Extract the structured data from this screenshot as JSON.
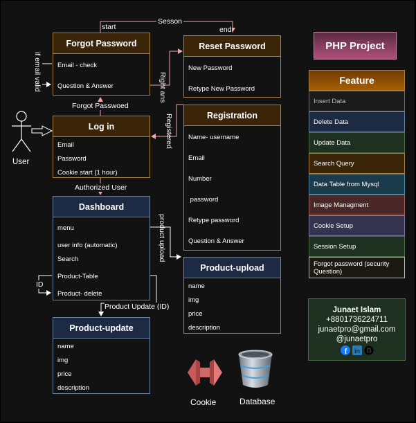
{
  "title": "PHP Project",
  "actor": {
    "label": "User"
  },
  "boxes": {
    "forgot": {
      "title": "Forgot Password",
      "rows": [
        "Email - check",
        "Question & Answer"
      ]
    },
    "reset": {
      "title": "Reset Password",
      "rows": [
        "New Password",
        "Retype New Password"
      ]
    },
    "login": {
      "title": "Log in",
      "rows": [
        "Email",
        "Password",
        "Cookie start (1 hour)"
      ]
    },
    "registration": {
      "title": "Registration",
      "rows": [
        "Name- username",
        "Email",
        "Number",
        " password",
        "Retype password",
        "Question & Answer"
      ]
    },
    "dashboard": {
      "title": "Dashboard",
      "rows": [
        "menu",
        "user info (automatic)",
        "Search",
        "Product-Table",
        "Product- delete"
      ]
    },
    "upload": {
      "title": "Product-upload",
      "rows": [
        "name",
        "img",
        "price",
        "description"
      ]
    },
    "update": {
      "title": "Product-update",
      "rows": [
        "name",
        "img",
        "price",
        "description"
      ]
    }
  },
  "connectors": {
    "session": "Sesson",
    "start": "start",
    "end": "end",
    "if_email_valid": "if email valid",
    "right_ans": "Right ans",
    "forgot_passwoed": "Forgot Passwoed",
    "registered": "Registered",
    "authorized_user": "Authorized User",
    "product_upload": "product upload",
    "id": "ID",
    "product_update_id": "Product Update (ID)"
  },
  "features": {
    "title": "Feature",
    "items": [
      {
        "label": "Insert Data",
        "bg": "#1b1b1b",
        "border": "#6a6a6a",
        "color": "#bdbdbd"
      },
      {
        "label": "Delete Data",
        "bg": "#1c2a43",
        "border": "#6c82a3",
        "color": "#ffffff"
      },
      {
        "label": "Update Data",
        "bg": "#1e3120",
        "border": "#4d6b45",
        "color": "#ffffff"
      },
      {
        "label": "Search Query",
        "bg": "#3a2509",
        "border": "#a9803f",
        "color": "#ffffff"
      },
      {
        "label": "Data Table from Mysql",
        "bg": "#193b4c",
        "border": "#4d89a3",
        "color": "#ffffff"
      },
      {
        "label": "Image Managment",
        "bg": "#4a2828",
        "border": "#a06262",
        "color": "#ffffff"
      },
      {
        "label": "Cookie Setup",
        "bg": "#35334d",
        "border": "#7b77a3",
        "color": "#ffffff"
      },
      {
        "label": "Session Setup",
        "bg": "#1e3120",
        "border": "#4d6b45",
        "color": "#ffffff"
      },
      {
        "label": "Forgot password (security Question)",
        "bg": "#1b1a12",
        "border": "#bdbdbd",
        "color": "#ffffff"
      }
    ]
  },
  "contact": {
    "name": "Junaet Islam",
    "phone": "+8801736224711",
    "email": "junaetpro@gmail.com",
    "handle": "@junaetpro",
    "icons": [
      "facebook-icon",
      "linkedin-icon",
      "github-icon"
    ]
  },
  "tech": {
    "cookie": "Cookie",
    "database": "Database"
  },
  "colors": {
    "arrow_pink": "#f0a6a6",
    "box_brown": "#3a2509",
    "box_blue": "#1c2b43",
    "title_pink": "#b0507c"
  }
}
